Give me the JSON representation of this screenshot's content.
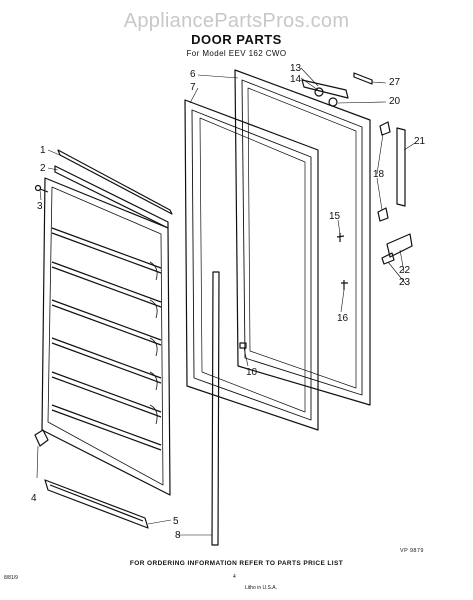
{
  "watermark": "AppliancePartsPros.com",
  "header": {
    "title": "DOOR PARTS",
    "model": "For Model EEV 162 CWO"
  },
  "callouts": {
    "p1": "1",
    "p2": "2",
    "p3": "3",
    "p4": "4",
    "p5": "5",
    "p6": "6",
    "p7": "7",
    "p8": "8",
    "p10": "10",
    "p13": "13",
    "p14": "14",
    "p15": "15",
    "p16": "16",
    "p18": "18",
    "p20": "20",
    "p21": "21",
    "p22": "22",
    "p23": "23",
    "p27": "27"
  },
  "drawing_ref": "VP 9879",
  "footer": {
    "order_info": "FOR ORDERING INFORMATION REFER TO PARTS PRICE LIST",
    "page_number": "4",
    "doc_code": "8/81/9",
    "print_code": "Litho in U.S.A."
  }
}
